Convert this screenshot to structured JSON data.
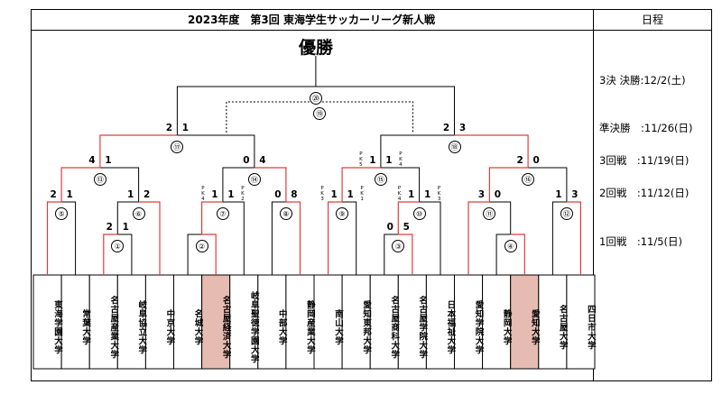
{
  "header": {
    "title": "2023年度　第3回 東海学生サッカーリーグ新人戦",
    "schedule_title": "日程"
  },
  "champion_label": "優勝",
  "schedule": [
    {
      "label": "3決 決勝",
      "date": "12/2(土)"
    },
    {
      "label": "準決勝",
      "date": "11/26(日)"
    },
    {
      "label": "3回戦",
      "date": "11/19(日)"
    },
    {
      "label": "2回戦",
      "date": "11/12(日)"
    },
    {
      "label": "1回戦",
      "date": "11/5(日)"
    }
  ],
  "teams": [
    {
      "name": "東海学園大学",
      "highlight": false
    },
    {
      "name": "常葉大学",
      "highlight": false
    },
    {
      "name": "名古屋産業大学",
      "highlight": false
    },
    {
      "name": "岐阜協立大学",
      "highlight": false
    },
    {
      "name": "中京大学",
      "highlight": false
    },
    {
      "name": "名城大学",
      "highlight": false
    },
    {
      "name": "名古屋経済大学",
      "highlight": true
    },
    {
      "name": "岐阜聖徳学園大学",
      "highlight": false
    },
    {
      "name": "中部大学",
      "highlight": false
    },
    {
      "name": "静岡産業大学",
      "highlight": false
    },
    {
      "name": "南山大学",
      "highlight": false
    },
    {
      "name": "愛知東邦大学",
      "highlight": false
    },
    {
      "name": "名古屋商科大学",
      "highlight": false
    },
    {
      "name": "名古屋学院大学",
      "highlight": false
    },
    {
      "name": "日本福祉大学",
      "highlight": false
    },
    {
      "name": "愛知学院大学",
      "highlight": false
    },
    {
      "name": "静岡大学",
      "highlight": false
    },
    {
      "name": "愛知大学",
      "highlight": true
    },
    {
      "name": "名古屋大学",
      "highlight": false
    },
    {
      "name": "四日市大学",
      "highlight": false
    }
  ],
  "matches": [
    {
      "id": "m1",
      "label": "①",
      "score_left": "2",
      "score_right": "1"
    },
    {
      "id": "m2",
      "label": "②",
      "score_left": "",
      "score_right": ""
    },
    {
      "id": "m3",
      "label": "③",
      "score_left": "0",
      "score_right": "5"
    },
    {
      "id": "m4",
      "label": "④",
      "score_left": "",
      "score_right": ""
    },
    {
      "id": "m5",
      "label": "⑤",
      "score_left": "2",
      "score_right": "1"
    },
    {
      "id": "m6",
      "label": "⑥",
      "score_left": "1",
      "score_right": "2"
    },
    {
      "id": "m7",
      "label": "⑦",
      "score_left": "1",
      "score_right": "1",
      "pk_left": "PK4",
      "pk_right": "PK2"
    },
    {
      "id": "m8",
      "label": "⑧",
      "score_left": "0",
      "score_right": "8"
    },
    {
      "id": "m9",
      "label": "⑨",
      "score_left": "1",
      "score_right": "1",
      "pk_left": "PK3",
      "pk_right": "PK1"
    },
    {
      "id": "m10",
      "label": "⑩",
      "score_left": "1",
      "score_right": "1",
      "pk_left": "PK4",
      "pk_right": "PK3"
    },
    {
      "id": "m11",
      "label": "⑪",
      "score_left": "3",
      "score_right": "0"
    },
    {
      "id": "m12",
      "label": "⑫",
      "score_left": "1",
      "score_right": "3"
    },
    {
      "id": "m13",
      "label": "⑬",
      "score_left": "4",
      "score_right": "1"
    },
    {
      "id": "m14",
      "label": "⑭",
      "score_left": "0",
      "score_right": "4"
    },
    {
      "id": "m15",
      "label": "⑮",
      "score_left": "1",
      "score_right": "1",
      "pk_left": "PK5",
      "pk_right": "PK4"
    },
    {
      "id": "m16",
      "label": "⑯",
      "score_left": "2",
      "score_right": "0"
    },
    {
      "id": "m17",
      "label": "⑰",
      "score_left": "2",
      "score_right": "1"
    },
    {
      "id": "m18",
      "label": "⑱",
      "score_left": "2",
      "score_right": "3"
    },
    {
      "id": "m19",
      "label": "⑲",
      "score_left": "",
      "score_right": ""
    },
    {
      "id": "m20",
      "label": "⑳",
      "score_left": "",
      "score_right": ""
    }
  ],
  "colors": {
    "winner_line": "#e03c3c",
    "normal_line": "#000000",
    "highlight_team": "#e6bcb2"
  }
}
